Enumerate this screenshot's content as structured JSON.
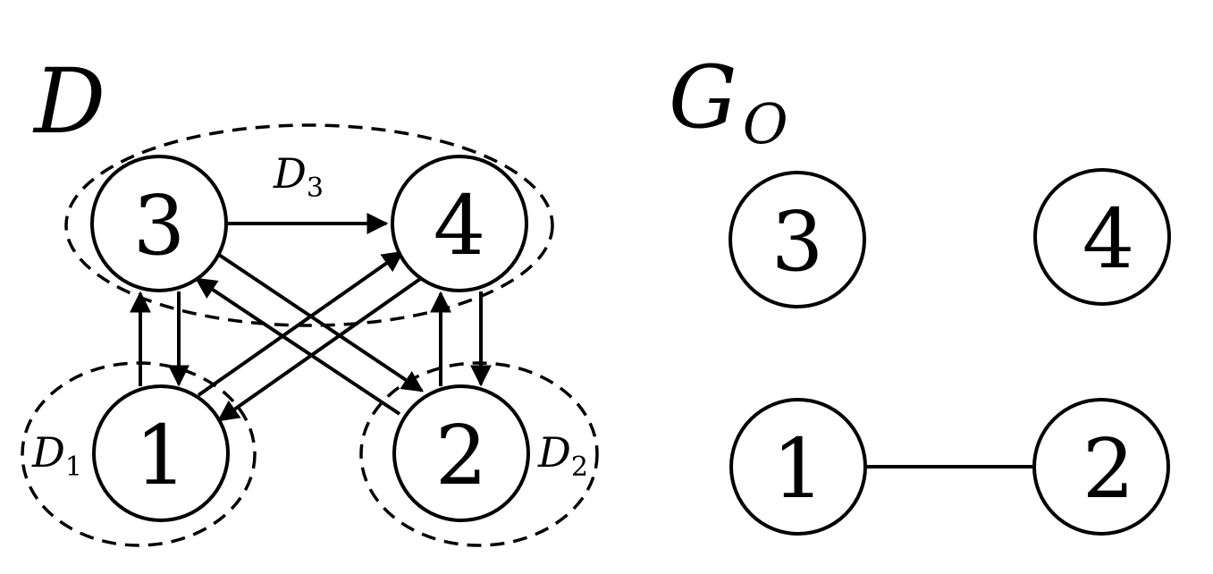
{
  "diagram_left": {
    "title": "D",
    "nodes": [
      {
        "id": "3",
        "label": "3"
      },
      {
        "id": "4",
        "label": "4"
      },
      {
        "id": "1",
        "label": "1"
      },
      {
        "id": "2",
        "label": "2"
      }
    ],
    "edges": [
      {
        "from": "3",
        "to": "4"
      },
      {
        "from": "1",
        "to": "3"
      },
      {
        "from": "3",
        "to": "1"
      },
      {
        "from": "2",
        "to": "4"
      },
      {
        "from": "4",
        "to": "2"
      },
      {
        "from": "1",
        "to": "4"
      },
      {
        "from": "4",
        "to": "1"
      },
      {
        "from": "3",
        "to": "2"
      },
      {
        "from": "2",
        "to": "3"
      }
    ],
    "groups": [
      {
        "id": "D1",
        "letter": "D",
        "sub": "1"
      },
      {
        "id": "D2",
        "letter": "D",
        "sub": "2"
      },
      {
        "id": "D3",
        "letter": "D",
        "sub": "3"
      }
    ]
  },
  "diagram_right": {
    "title_letter": "G",
    "title_sub": "O",
    "nodes": [
      {
        "id": "3",
        "label": "3"
      },
      {
        "id": "4",
        "label": "4"
      },
      {
        "id": "1",
        "label": "1"
      },
      {
        "id": "2",
        "label": "2"
      }
    ],
    "edges": [
      {
        "from": "1",
        "to": "2"
      }
    ]
  }
}
